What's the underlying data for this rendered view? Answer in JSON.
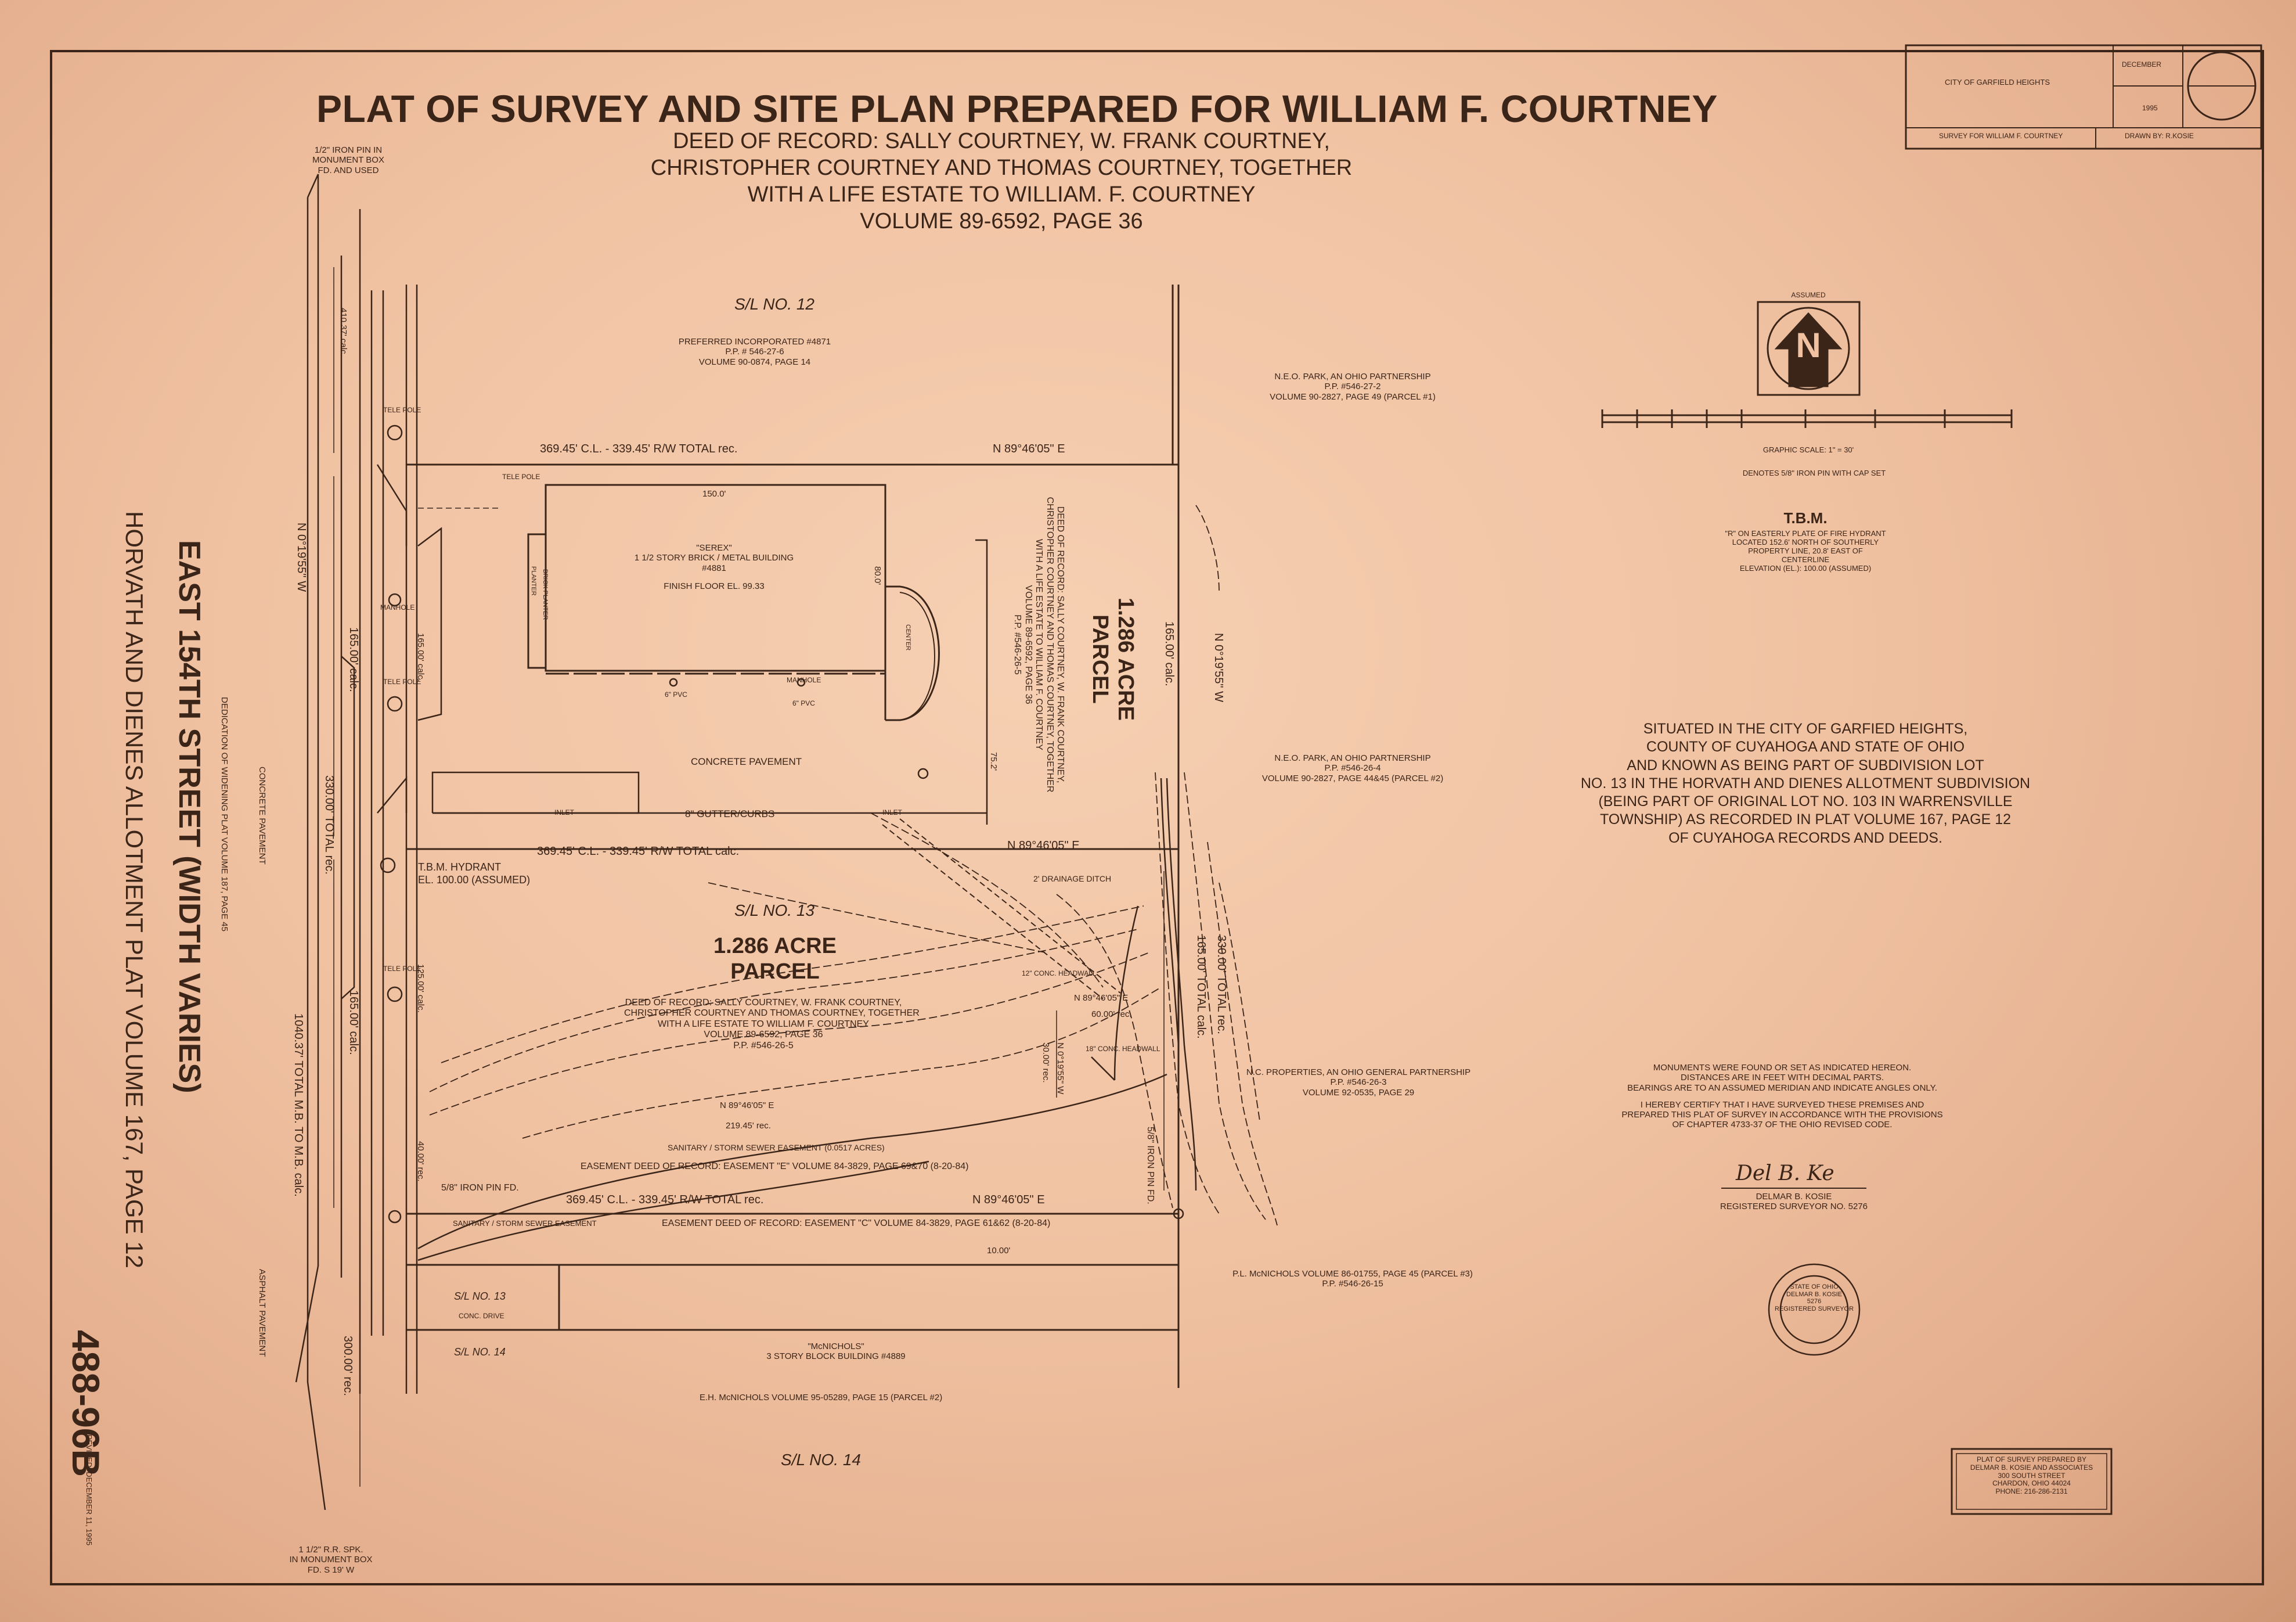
{
  "title": "PLAT OF SURVEY AND SITE PLAN PREPARED FOR WILLIAM F. COURTNEY",
  "deed_lines": [
    "DEED OF RECORD: SALLY COURTNEY, W. FRANK COURTNEY,",
    "CHRISTOPHER COURTNEY AND THOMAS COURTNEY, TOGETHER",
    "WITH A LIFE ESTATE TO WILLIAM. F. COURTNEY",
    "VOLUME 89-6592, PAGE 36"
  ],
  "title_block": {
    "city": "CITY OF GARFIELD HEIGHTS",
    "month": "DECEMBER",
    "year": "1995",
    "survey_for": "SURVEY FOR WILLIAM F. COURTNEY",
    "drawn": "DRAWN BY: R.KOSIE"
  },
  "top_left_pin": [
    "1/2\" IRON PIN IN",
    "MONUMENT BOX",
    "FD. AND USED"
  ],
  "bottom_left_pin": [
    "1 1/2\" R.R. SPK.",
    "IN MONUMENT BOX",
    "FD.  S 19' W"
  ],
  "sublots": {
    "sl12": "S/L NO. 12",
    "sl13": "S/L NO. 13",
    "sl14": "S/L NO. 14",
    "sl13_small": "S/L NO. 13",
    "sl14_small": "S/L NO. 14"
  },
  "preferred": [
    "PREFERRED INCORPORATED  #4871",
    "P.P. # 546-27-6",
    "VOLUME 90-0874, PAGE 14"
  ],
  "neo_park_1": [
    "N.E.O. PARK, AN OHIO PARTNERSHIP",
    "P.P. #546-27-2",
    "VOLUME 90-2827, PAGE 49 (PARCEL #1)"
  ],
  "neo_park_2": [
    "N.E.O. PARK, AN OHIO PARTNERSHIP",
    "P.P. #546-26-4",
    "VOLUME 90-2827, PAGE 44&45 (PARCEL #2)"
  ],
  "nc_properties": [
    "N.C. PROPERTIES, AN OHIO GENERAL PARTNERSHIP",
    "P.P. #546-26-3",
    "VOLUME 92-0535, PAGE 29"
  ],
  "pl_mcnichols": [
    "P.L. McNICHOLS  VOLUME 86-01755, PAGE 45 (PARCEL #3)",
    "P.P. #546-26-15"
  ],
  "eh_mcnichols": "E.H. McNICHOLS  VOLUME 95-05289, PAGE 15 (PARCEL #2)",
  "mcnichols_bldg": [
    "\"McNICHOLS\"",
    "3 STORY BLOCK BUILDING #4889"
  ],
  "serex": [
    "\"SEREX\"",
    "1 1/2 STORY BRICK / METAL BUILDING",
    "#4881",
    "FINISH FLOOR EL. 99.33"
  ],
  "dims": {
    "top_line": "369.45' C.L. - 339.45' R/W TOTAL rec.",
    "top_bearing": "N 89°46'05\" E",
    "mid_line": "369.45' C.L. - 339.45' R/W TOTAL calc.",
    "mid_bearing": "N 89°46'05\" E",
    "bot_line": "369.45' C.L. - 339.45' R/W TOTAL rec.",
    "bot_bearing": "N 89°46'05\" E",
    "w150": "150.0'",
    "h80": "80.0'",
    "east_upper": "165.00' calc.",
    "east_bearing": "N 0°19'55\" W",
    "east_330": "330.00' TOTAL rec.",
    "east_165": "165.00' TOTAL calc.",
    "west_bearing": "N 0°19'55\" W",
    "left_410": "410.37' calc.",
    "left_165a": "165.00' calc.",
    "left_330": "330.00' TOTAL rec.",
    "left_165b": "165.00' calc.",
    "left_1040": "1040.37' TOTAL M.B. TO M.B. calc.",
    "left_300": "300.00' rec.",
    "left_125": "125.00' calc.",
    "left_40": "40.00' rec.",
    "inner_165": "165.00' calc.",
    "parcel_bearing": "N 89°46'05\" E",
    "parcel_219": "219.45' rec.",
    "small_bearing": "N 89°46'05\" E",
    "small_60": "60.00' rec.",
    "small_ns": "N 0°19'55\" W",
    "small_30": "30.00' rec.",
    "ten": "10.00'",
    "seventy_five": "75.2'"
  },
  "parcel_upper": [
    "1.286 ACRE",
    "PARCEL"
  ],
  "parcel_lower": [
    "1.286 ACRE",
    "PARCEL"
  ],
  "parcel_deed": [
    "DEED OF RECORD:  SALLY COURTNEY, W. FRANK COURTNEY,",
    "CHRISTOPHER COURTNEY AND THOMAS COURTNEY, TOGETHER",
    "WITH A LIFE ESTATE TO WILLIAM F. COURTNEY",
    "VOLUME 89-6592, PAGE 36",
    "P.P. #546-26-5"
  ],
  "upper_deed_rot": [
    "DEED OF RECORD:  SALLY COURTNEY, W. FRANK COURTNEY,",
    "CHRISTOPHER COURTNEY AND THOMAS COURTNEY, TOGETHER",
    "WITH A LIFE ESTATE TO WILLIAM F. COURTNEY",
    "VOLUME 89-6592, PAGE 36",
    "P.P. #546-26-5"
  ],
  "labels": {
    "concrete_pavement": "CONCRETE PAVEMENT",
    "gutter": "8\" GUTTER/CURBS",
    "tele_pole": "TELE POLE",
    "tele_pole2": "TELE POLE",
    "tele_pole3": "TELE POLE",
    "tele_pole4": "TELE POLE",
    "manhole": "MANHOLE",
    "manhole2": "MANHOLE",
    "inlet": "INLET",
    "pvc1": "6\" PVC",
    "pvc2": "6\" PVC",
    "tbm_hydrant": "T.B.M. HYDRANT",
    "tbm_el": "EL. 100.00 (ASSUMED)",
    "drainage": "2' DRAINAGE DITCH",
    "iron_pin": "5/8\" IRON PIN FD.",
    "iron_pin2": "5/8\" IRON PIN FD.",
    "sanitary": "SANITARY / STORM SEWER EASEMENT (0.0517 ACRES)",
    "easement_e": "EASEMENT DEED OF RECORD: EASEMENT \"E\" VOLUME 84-3829, PAGE 69&70 (8-20-84)",
    "easement_c": "EASEMENT DEED OF RECORD:  EASEMENT \"C\" VOLUME 84-3829, PAGE 61&62 (8-20-84)",
    "sanitary_sewer": "SANITARY / STORM SEWER EASEMENT",
    "concrete_pavement_rot": "CONCRETE PAVEMENT",
    "asphalt_pavement": "ASPHALT PAVEMENT",
    "dedication": "DEDICATION OF WIDENING PLAT VOLUME 187, PAGE 45",
    "conc_drive": "CONC. DRIVE",
    "headwall1": "12\" CONC. HEADWALL",
    "headwall2": "18\" CONC. HEADWALL",
    "planter": "PLANTER",
    "brick_planter": "BRICK PLANTER",
    "cell": "CENTER",
    "inlet2": "INLET"
  },
  "street": "EAST  154TH  STREET     (WIDTH VARIES)",
  "allotment": "HORVATH AND DIENES ALLOTMENT  PLAT VOLUME 167, PAGE 12",
  "doc_number": "488-96B",
  "revised": "REVISED:  DECEMBER 11, 1995",
  "north": {
    "label": "ASSUMED",
    "letter": "N"
  },
  "scale": "GRAPHIC SCALE:  1\" = 30'",
  "iron_note": "DENOTES  5/8\" IRON PIN WITH CAP SET",
  "tbm": {
    "title": "T.B.M.",
    "lines": [
      "\"R\" ON EASTERLY PLATE OF FIRE HYDRANT",
      "LOCATED 152.6' NORTH OF SOUTHERLY",
      "PROPERTY LINE, 20.8' EAST OF",
      "CENTERLINE",
      "ELEVATION (EL.):  100.00 (ASSUMED)"
    ]
  },
  "situated": [
    "SITUATED IN THE CITY OF GARFIED HEIGHTS,",
    "COUNTY OF CUYAHOGA AND STATE OF OHIO",
    "AND KNOWN AS BEING PART OF SUBDIVISION LOT",
    "NO. 13 IN THE HORVATH AND DIENES ALLOTMENT SUBDIVISION",
    "(BEING PART OF ORIGINAL LOT NO. 103 IN WARRENSVILLE",
    "TOWNSHIP) AS RECORDED IN PLAT VOLUME 167, PAGE 12",
    "OF CUYAHOGA RECORDS AND DEEDS."
  ],
  "certification": [
    "MONUMENTS WERE FOUND OR SET AS INDICATED HEREON.",
    "DISTANCES ARE IN FEET WITH DECIMAL PARTS.",
    "BEARINGS ARE TO AN ASSUMED MERIDIAN AND INDICATE ANGLES ONLY.",
    "",
    "I HEREBY CERTIFY THAT I HAVE SURVEYED THESE PREMISES AND",
    "PREPARED THIS PLAT OF SURVEY IN ACCORDANCE WITH THE PROVISIONS",
    "OF CHAPTER 4733-37 OF THE OHIO REVISED CODE."
  ],
  "signature": "Del  B. Ke",
  "surveyor": [
    "DELMAR B. KOSIE",
    "REGISTERED SURVEYOR NO. 5276"
  ],
  "seal": [
    "STATE OF OHIO",
    "DELMAR B. KOSIE",
    "5276",
    "REGISTERED SURVEYOR"
  ],
  "prepared_by": [
    "PLAT OF SURVEY PREPARED BY",
    "DELMAR B. KOSIE AND ASSOCIATES",
    "300 SOUTH STREET",
    "CHARDON, OHIO  44024",
    "PHONE:  216-286-2131"
  ],
  "colors": {
    "paper": "#f0c2a2",
    "ink": "#3b2418"
  }
}
